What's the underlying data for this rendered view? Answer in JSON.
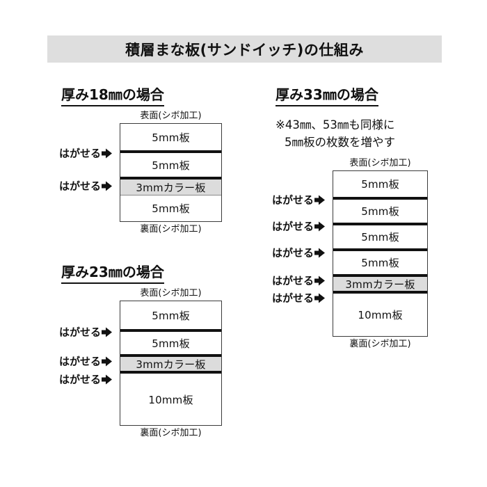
{
  "title": {
    "text": "積層まな板(サンドイッチ)の仕組み"
  },
  "colors": {
    "banner_bg": "#dedede",
    "color_layer_bg": "#dcdcdc",
    "line": "#111111",
    "page_bg": "#ffffff"
  },
  "labels": {
    "surface_top": "表面(シボ加工)",
    "surface_bottom": "裏面(シボ加工)",
    "peel": "はがせる",
    "arrow_icon": "arrow-right-icon"
  },
  "sections": [
    {
      "id": "18mm",
      "heading": "厚み18㎜の場合",
      "top_label": "表面(シボ加工)",
      "bottom_label": "裏面(シボ加工)",
      "layers": [
        {
          "label": "5mm板",
          "thickness_mm": 5,
          "color": false,
          "peel_above": false
        },
        {
          "label": "5mm板",
          "thickness_mm": 5,
          "color": false,
          "peel_above": true
        },
        {
          "label": "3mmカラー板",
          "thickness_mm": 3,
          "color": true,
          "peel_above": true
        },
        {
          "label": "5mm板",
          "thickness_mm": 5,
          "color": false,
          "peel_above": false
        }
      ]
    },
    {
      "id": "23mm",
      "heading": "厚み23㎜の場合",
      "top_label": "表面(シボ加工)",
      "bottom_label": "裏面(シボ加工)",
      "layers": [
        {
          "label": "5mm板",
          "thickness_mm": 5,
          "color": false,
          "peel_above": false
        },
        {
          "label": "5mm板",
          "thickness_mm": 5,
          "color": false,
          "peel_above": true
        },
        {
          "label": "3mmカラー板",
          "thickness_mm": 3,
          "color": true,
          "peel_above": true
        },
        {
          "label": "10mm板",
          "thickness_mm": 10,
          "color": false,
          "peel_above": true
        }
      ]
    },
    {
      "id": "33mm",
      "heading": "厚み33㎜の場合",
      "note_line_1": "※43㎜、53㎜も同様に",
      "note_line_2": "5㎜板の枚数を増やす",
      "top_label": "表面(シボ加工)",
      "bottom_label": "裏面(シボ加工)",
      "layers": [
        {
          "label": "5mm板",
          "thickness_mm": 5,
          "color": false,
          "peel_above": false
        },
        {
          "label": "5mm板",
          "thickness_mm": 5,
          "color": false,
          "peel_above": true
        },
        {
          "label": "5mm板",
          "thickness_mm": 5,
          "color": false,
          "peel_above": true
        },
        {
          "label": "5mm板",
          "thickness_mm": 5,
          "color": false,
          "peel_above": true
        },
        {
          "label": "3mmカラー板",
          "thickness_mm": 3,
          "color": true,
          "peel_above": true
        },
        {
          "label": "10mm板",
          "thickness_mm": 10,
          "color": false,
          "peel_above": true
        }
      ]
    }
  ]
}
